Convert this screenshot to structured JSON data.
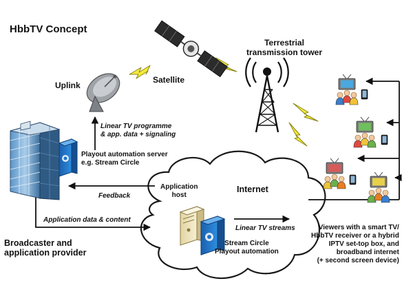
{
  "title": "HbbTV Concept",
  "nodes": {
    "uplink": "Uplink",
    "satellite": "Satellite",
    "tower": "Terrestrial\ntransmission tower",
    "broadcaster": "Broadcaster and\napplication provider",
    "playout_server": "Playout automation server\ne.g. Stream Circle",
    "internet": "Internet",
    "app_host": "Application\nhost",
    "stream_circle": "Stream Circle\nPlayout automation",
    "viewers": "Viewers with a smart TV/\nHbbTV receiver or a hybrid\nIPTV set-top box, and\nbroadband internet\n(+ second screen device)"
  },
  "flows": {
    "linear_tv": "Linear TV programme\n& app. data + signaling",
    "feedback": "Feedback",
    "app_data": "Application data & content",
    "linear_streams": "Linear TV streams"
  },
  "colors": {
    "lightning": "#f4ea3a",
    "server_blue": "#1e74c8",
    "server_beige": "#efe3b8",
    "satellite_dark": "#333333",
    "tv_frame": "#7b7b7b",
    "tv_screens": [
      "#4aa8e0",
      "#6fbf5e",
      "#d85a5a",
      "#e8d04a"
    ],
    "person_colors": [
      "#3a7fd0",
      "#e0483e",
      "#f0c33a",
      "#6ab04c",
      "#e67e22"
    ]
  },
  "icons": [
    "satellite-dish-icon",
    "satellite-icon",
    "lightning-icon",
    "radio-tower-icon",
    "building-icon",
    "server-icon",
    "cloud-icon",
    "tv-icon",
    "people-icon",
    "tablet-icon"
  ]
}
